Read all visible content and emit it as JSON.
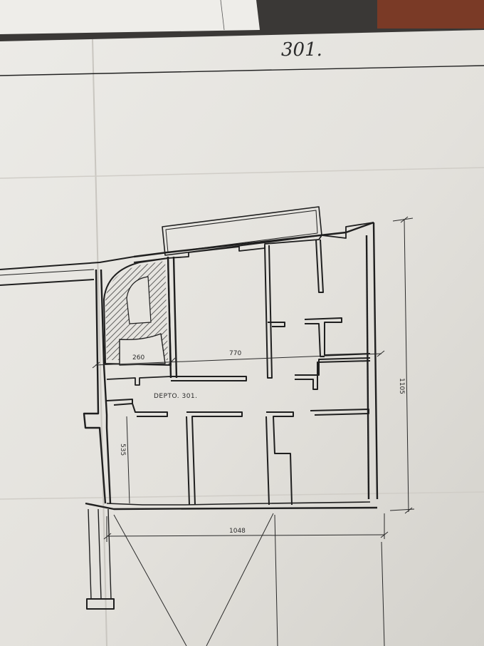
{
  "sheet_number": "301.",
  "unit_label": "DEPTO. 301.",
  "dimensions": {
    "stair_width": "260",
    "inner_width": "770",
    "total_height": "1105",
    "lower_height": "535",
    "total_width": "1048"
  },
  "colors": {
    "paper": "#e9e7e3",
    "paper_shadow": "#d6d4cf",
    "ink": "#1f1f1f",
    "background": "#3a3836",
    "accent": "#7a3a26"
  }
}
